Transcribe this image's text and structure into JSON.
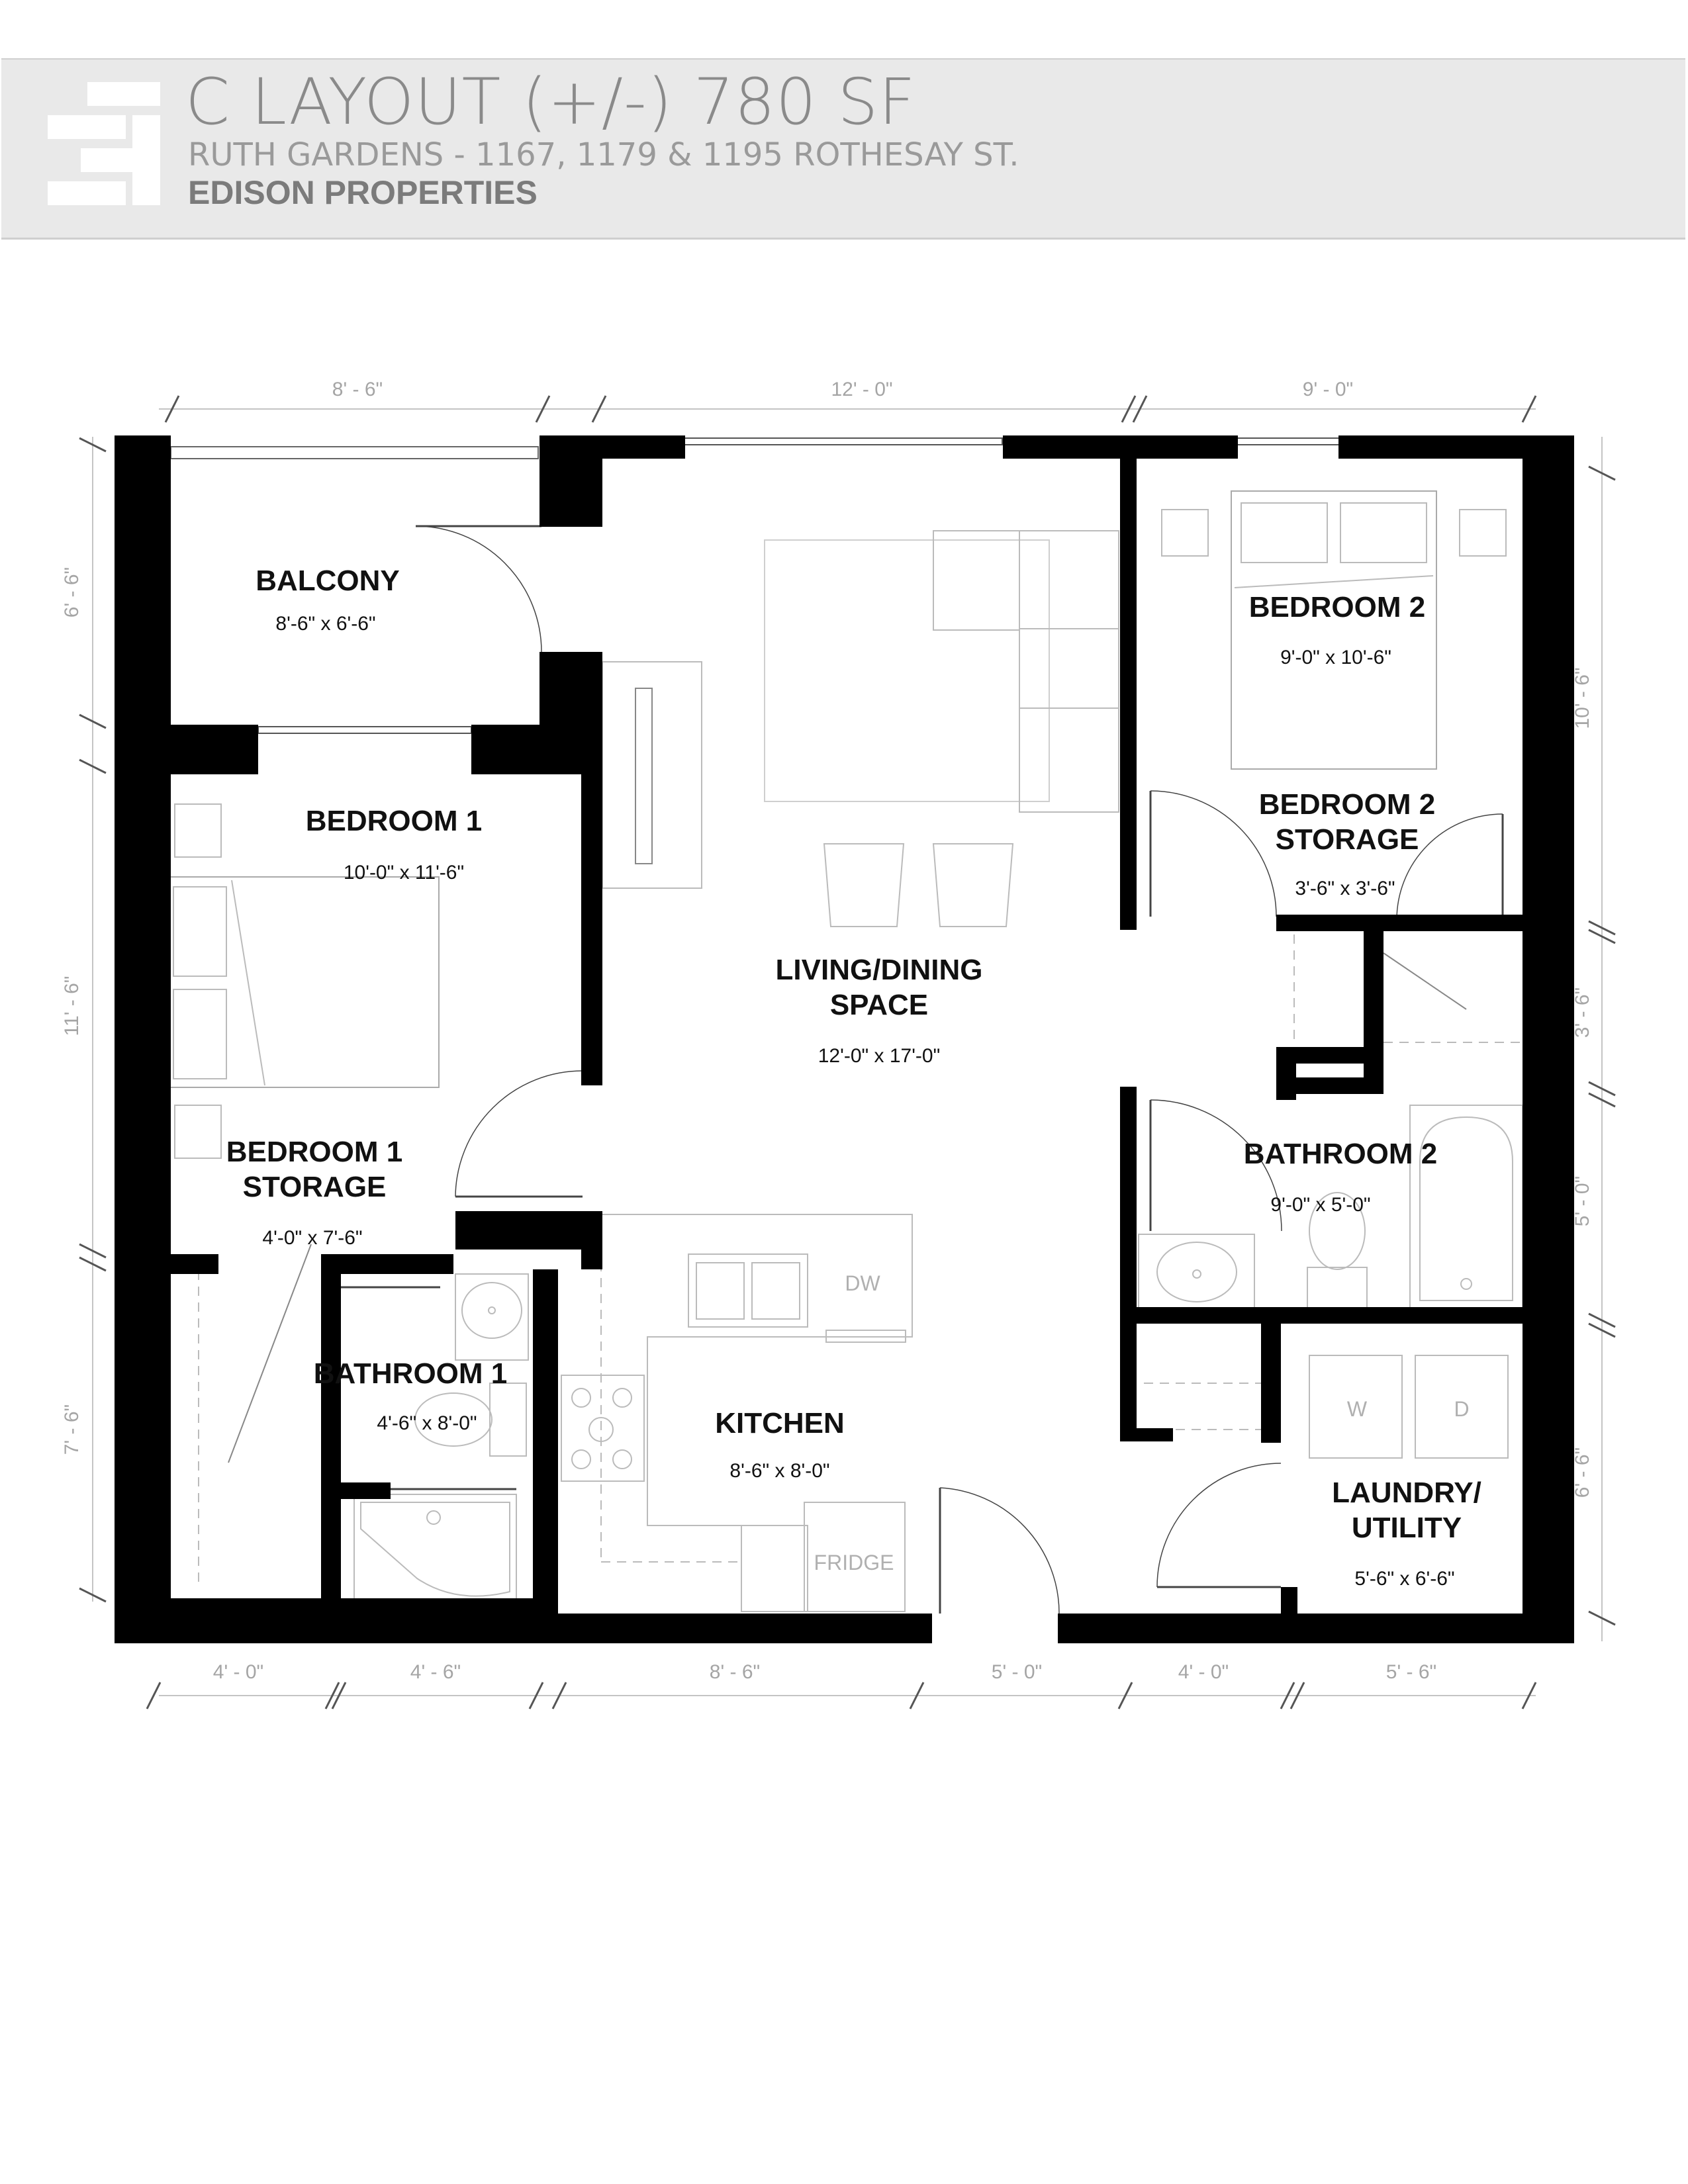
{
  "header": {
    "title": "C LAYOUT (+/-) 780 SF",
    "subtitle": "RUTH GARDENS - 1167, 1179 & 1195 ROTHESAY ST.",
    "company": "EDISON PROPERTIES"
  },
  "rooms": {
    "balcony": {
      "name": "BALCONY",
      "size": "8'-6\" x 6'-6\""
    },
    "bedroom1": {
      "name": "BEDROOM 1",
      "size": "10'-0\" x 11'-6\""
    },
    "bedroom1_storage": {
      "name1": "BEDROOM 1",
      "name2": "STORAGE",
      "size": "4'-0\" x 7'-6\""
    },
    "bathroom1": {
      "name": "BATHROOM 1",
      "size": "4'-6\" x 8'-0\""
    },
    "living": {
      "name1": "LIVING/DINING",
      "name2": "SPACE",
      "size": "12'-0\" x 17'-0\""
    },
    "kitchen": {
      "name": "KITCHEN",
      "size": "8'-6\" x 8'-0\""
    },
    "bedroom2": {
      "name": "BEDROOM 2",
      "size": "9'-0\" x 10'-6\""
    },
    "bedroom2_storage": {
      "name1": "BEDROOM 2",
      "name2": "STORAGE",
      "size": "3'-6\" x 3'-6\""
    },
    "bathroom2": {
      "name": "BATHROOM 2",
      "size": "9'-0\" x 5'-0\""
    },
    "laundry": {
      "name1": "LAUNDRY/",
      "name2": "UTILITY",
      "size": "5'-6\" x 6'-6\""
    }
  },
  "fixtures": {
    "dishwasher": "DW",
    "fridge": "FRIDGE",
    "washer": "W",
    "dryer": "D"
  },
  "dimensions": {
    "top": [
      "8' - 6\"",
      "12' - 0\"",
      "9' - 0\""
    ],
    "bottom": [
      "4' - 0\"",
      "4' - 6\"",
      "8' - 6\"",
      "5' - 0\"",
      "4' - 0\"",
      "5' - 6\""
    ],
    "left": [
      "6' - 6\"",
      "11' - 6\"",
      "7' - 6\""
    ],
    "right": [
      "10' - 6\"",
      "3' - 6\"",
      "5' - 0\"",
      "6' - 6\""
    ]
  }
}
